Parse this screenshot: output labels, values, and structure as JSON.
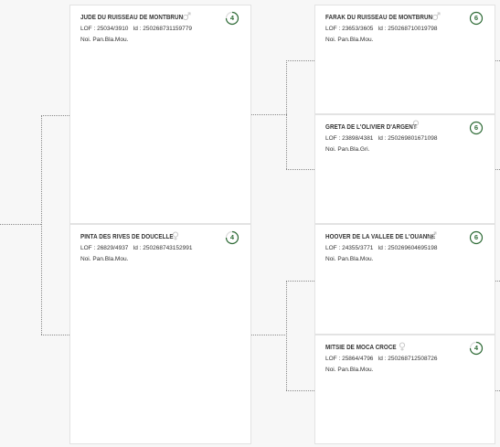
{
  "dogs": [
    {
      "id": "jude",
      "name": "JUDE DU RUISSEAU DE MONTBRUN",
      "sex": "male",
      "lof_label": "LOF",
      "lof": "25034/3910",
      "id_label": "Id",
      "chip": "250268731159779",
      "color": "Noi. Pan.Bla.Mou.",
      "gen": "4"
    },
    {
      "id": "pinta",
      "name": "PINTA DES RIVES DE DOUCELLE",
      "sex": "female",
      "lof_label": "LOF",
      "lof": "26829/4937",
      "id_label": "Id",
      "chip": "250268743152991",
      "color": "Noi. Pan.Bla.Mou.",
      "gen": "4"
    },
    {
      "id": "farak",
      "name": "FARAK DU RUISSEAU DE MONTBRUN",
      "sex": "male",
      "lof_label": "LOF",
      "lof": "23653/3605",
      "id_label": "Id",
      "chip": "250268710019798",
      "color": "Noi. Pan.Bla.Mou.",
      "gen": "6"
    },
    {
      "id": "greta",
      "name": "GRETA DE L'OLIVIER D'ARGENT",
      "sex": "female",
      "lof_label": "LOF",
      "lof": "23898/4381",
      "id_label": "Id",
      "chip": "250269801671098",
      "color": "Noi. Pan.Bla.Gri.",
      "gen": "6"
    },
    {
      "id": "hoover",
      "name": "HOOVER DE LA VALLEE DE L'OUANNE",
      "sex": "male",
      "lof_label": "LOF",
      "lof": "24355/3771",
      "id_label": "Id",
      "chip": "250269604695198",
      "color": "Noi. Pan.Bla.Mou.",
      "gen": "6"
    },
    {
      "id": "mitsie",
      "name": "MITSIE DE MOCA CROCE",
      "sex": "female",
      "lof_label": "LOF",
      "lof": "25864/4796",
      "id_label": "Id",
      "chip": "250268712508726",
      "color": "Noi. Pan.Bla.Mou.",
      "gen": "4"
    }
  ],
  "colors": {
    "badge_ring": "#2e6b36",
    "badge_track": "#dcdcdc",
    "icon": "#c9c9c9",
    "connector": "#8a8a8a"
  },
  "icons": {
    "male": "male-symbol-icon",
    "female": "female-symbol-icon"
  }
}
